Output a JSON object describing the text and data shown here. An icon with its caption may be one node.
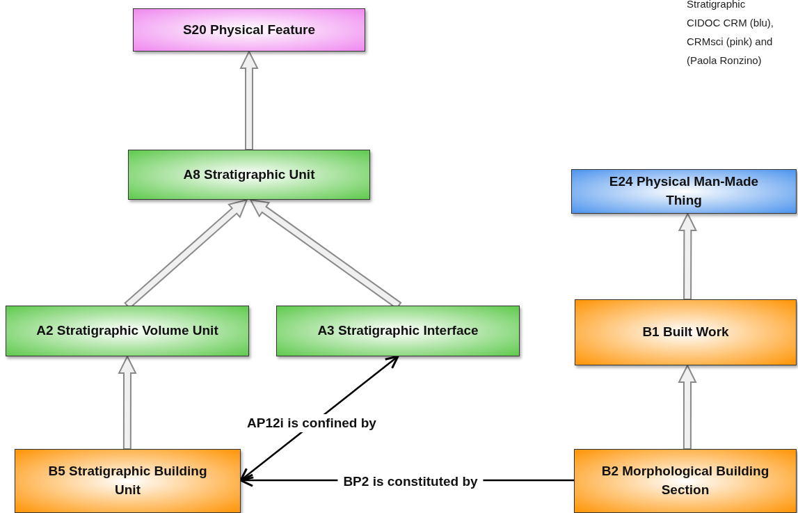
{
  "diagram": {
    "nodes": [
      {
        "text": [
          "S20 Physical Feature"
        ]
      },
      {
        "text": [
          "A8 Stratigraphic Unit"
        ]
      },
      {
        "text": [
          "E24 Physical Man-Made Thing"
        ]
      },
      {
        "text": [
          "A2 Stratigraphic Volume Unit"
        ]
      },
      {
        "text": [
          "A3 Stratigraphic Interface"
        ]
      },
      {
        "text": [
          "B1 Built Work"
        ]
      },
      {
        "text": [
          "B5 Stratigraphic Building Unit"
        ]
      },
      {
        "text": [
          "B2 Morphological Building Section"
        ]
      }
    ],
    "edges": [
      {
        "from": 1,
        "to": 0,
        "arrow": "to"
      },
      {
        "from": 3,
        "to": 1,
        "arrow": "to"
      },
      {
        "from": 4,
        "to": 1,
        "arrow": "to"
      },
      {
        "from": 6,
        "to": 3,
        "arrow": "to"
      },
      {
        "from": 5,
        "to": 2,
        "arrow": "to"
      },
      {
        "from": 7,
        "to": 5,
        "arrow": "to"
      },
      {
        "from": 6,
        "to": 4,
        "arrow": "both",
        "label": "AP12i is confined by",
        "color": "#000000"
      },
      {
        "from": 7,
        "to": 6,
        "arrow": "to",
        "label": "BP2 is constituted by",
        "color": "#000000"
      }
    ],
    "labels": [
      "Stratigraphic",
      "CIDOC CRM (blu),",
      "CRMsci (pink) and",
      "(Paola Ronzino)"
    ]
  }
}
